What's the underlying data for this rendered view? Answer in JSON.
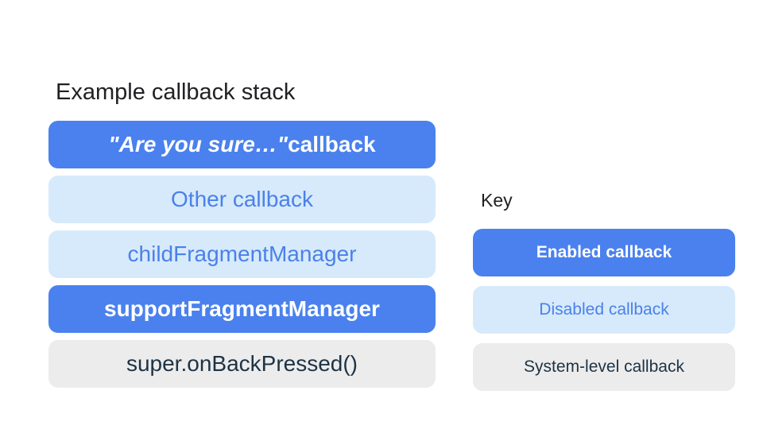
{
  "colors": {
    "enabled_bg": "#4a81ee",
    "enabled_text": "#ffffff",
    "disabled_bg": "#d7eafb",
    "disabled_text": "#4a81ea",
    "system_bg": "#ececec",
    "system_text": "#1d3345",
    "title_text": "#202124",
    "page_bg": "#ffffff"
  },
  "stack": {
    "title": "Example callback stack",
    "items": [
      {
        "label_italic": "\"Are you sure…\"",
        "label_rest": " callback",
        "type": "enabled"
      },
      {
        "label": "Other callback",
        "type": "disabled"
      },
      {
        "label": "childFragmentManager",
        "type": "disabled"
      },
      {
        "label": "supportFragmentManager",
        "type": "enabled"
      },
      {
        "label": "super.onBackPressed()",
        "type": "system"
      }
    ]
  },
  "key": {
    "title": "Key",
    "items": [
      {
        "label": "Enabled callback",
        "type": "enabled"
      },
      {
        "label": "Disabled callback",
        "type": "disabled"
      },
      {
        "label": "System-level callback",
        "type": "system"
      }
    ]
  }
}
